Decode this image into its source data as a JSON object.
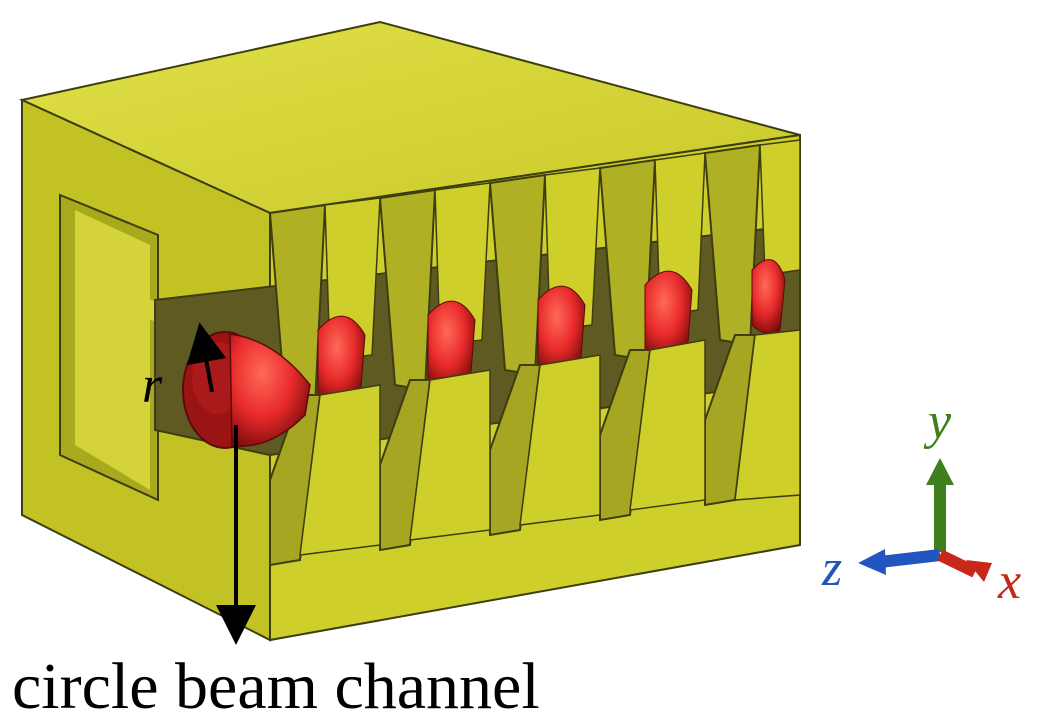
{
  "labels": {
    "radius": "r",
    "axis_x": "x",
    "axis_y": "y",
    "axis_z": "z",
    "caption": "circle beam channel"
  },
  "colors": {
    "structure_face": "#cfcf2c",
    "structure_top": "#dada3a",
    "structure_side": "#b6b622",
    "structure_dark": "#6e6a28",
    "outline": "#3d3d10",
    "beam_red": "#f03030",
    "beam_dark": "#8a1010",
    "axis_x": "#c8281a",
    "axis_y": "#3f7f1e",
    "axis_z": "#2355c0",
    "text": "#000000"
  }
}
